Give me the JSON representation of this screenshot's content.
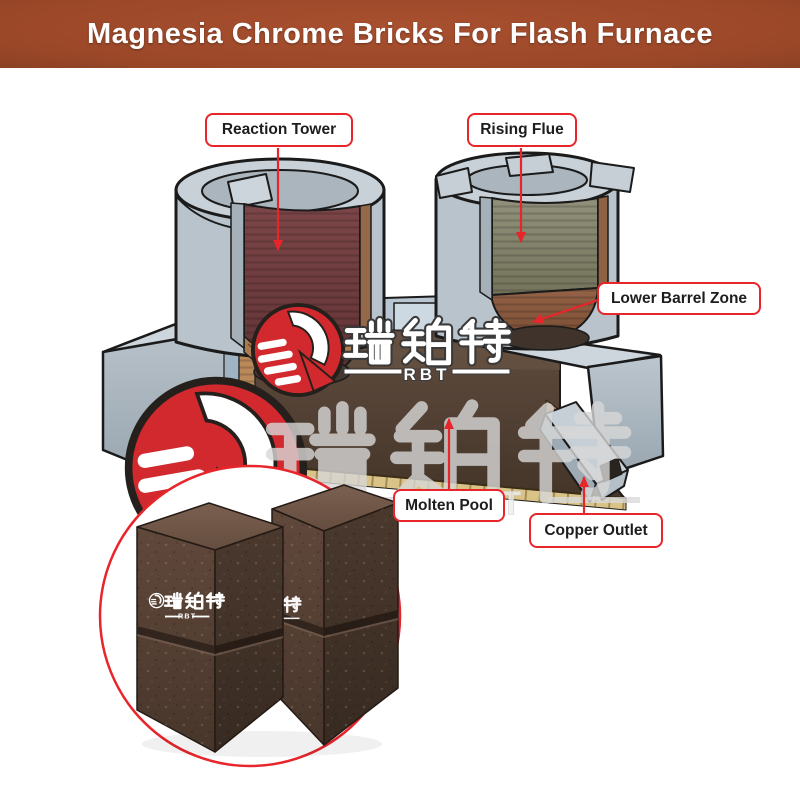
{
  "banner": {
    "title": "Magnesia Chrome Bricks For Flash Furnace",
    "text_color": "#ffffff",
    "bg_center": "#a85030",
    "bg_edge": "#3a1908"
  },
  "callouts": [
    {
      "id": "reaction-tower",
      "label": "Reaction Tower"
    },
    {
      "id": "rising-flue",
      "label": "Rising Flue"
    },
    {
      "id": "lower-barrel-zone",
      "label": "Lower Barrel Zone"
    },
    {
      "id": "molten-pool",
      "label": "Molten Pool"
    },
    {
      "id": "copper-outlet",
      "label": "Copper Outlet"
    }
  ],
  "callout_style": {
    "border_color": "#e8252a",
    "background": "#ffffff",
    "text_color": "#1d1d1d",
    "leader_color": "#e8252a"
  },
  "brand": {
    "name_cn": "瑞铂特",
    "name_en": "RBT",
    "logo_color": "#d2292e"
  },
  "watermarks": {
    "center": "瑞铂特 RBT",
    "background": "瑞铂特 RBT"
  },
  "inset": {
    "content": "two magnesia chrome bricks",
    "ring_color": "#e8252a",
    "brick_color": "#4c3930"
  },
  "furnace_colors": {
    "shell": "#bac4cc",
    "reaction_tower_lining": "#73403f",
    "rising_flue_lining": "#8d8d72",
    "lower_barrel_lining": "#8a5a3d",
    "molten_pool_cavity": "#4e3e35",
    "floor_layers": "#d9c386",
    "outline": "#1b1b1b"
  }
}
